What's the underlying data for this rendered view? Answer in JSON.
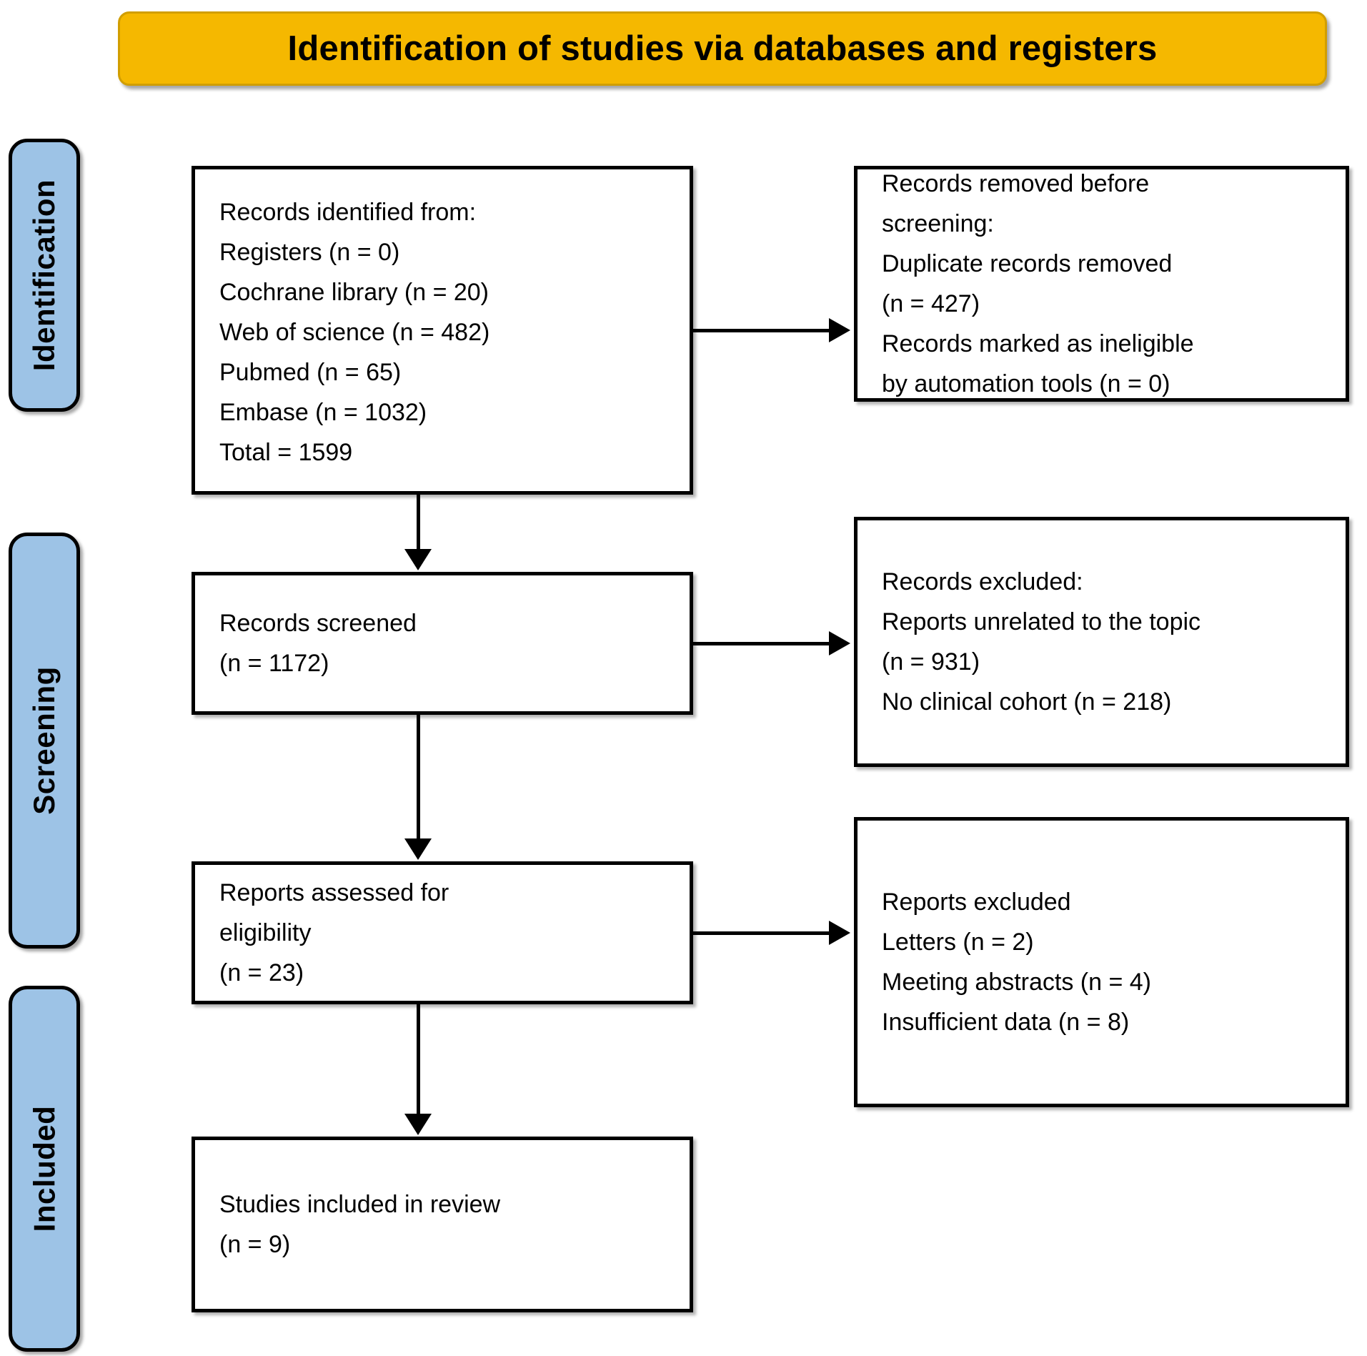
{
  "header": {
    "title": "Identification of studies via databases and registers",
    "background_color": "#F5B800",
    "border_color": "#D19E00"
  },
  "stages": {
    "accent_color": "#9DC3E6",
    "items": [
      {
        "id": "identification",
        "label": "Identification"
      },
      {
        "id": "screening",
        "label": "Screening"
      },
      {
        "id": "included",
        "label": "Included"
      }
    ]
  },
  "boxes": {
    "identified": {
      "lines": [
        "Records identified from:",
        "Registers (n = 0)",
        "Cochrane library (n = 20)",
        "Web of science (n = 482)",
        "Pubmed (n = 65)",
        "Embase (n = 1032)",
        "Total = 1599"
      ]
    },
    "removed": {
      "lines": [
        "Records removed before",
        "screening:",
        "Duplicate records removed",
        "(n = 427)",
        "Records marked as ineligible",
        "by automation tools (n = 0)"
      ]
    },
    "screened": {
      "lines": [
        "Records screened",
        "(n = 1172)"
      ]
    },
    "records_excluded": {
      "lines": [
        "Records excluded:",
        "Reports unrelated to the topic",
        "(n = 931)",
        "No clinical cohort (n = 218)"
      ]
    },
    "assessed": {
      "lines": [
        "Reports assessed for",
        "eligibility",
        "(n = 23)"
      ]
    },
    "reports_excluded": {
      "lines": [
        "Reports excluded",
        "Letters (n = 2)",
        "Meeting abstracts (n = 4)",
        "Insufficient data (n = 8)"
      ]
    },
    "included": {
      "lines": [
        "Studies included in review",
        "(n = 9)"
      ]
    }
  },
  "chart_data": {
    "type": "diagram",
    "title": "Identification of studies via databases and registers",
    "flow": [
      {
        "stage": "Identification",
        "node": "Records identified from",
        "counts": {
          "Registers": 0,
          "Cochrane library": 20,
          "Web of science": 482,
          "Pubmed": 65,
          "Embase": 1032,
          "Total": 1599
        }
      },
      {
        "stage": "Identification",
        "node": "Records removed before screening",
        "counts": {
          "Duplicate records removed": 427,
          "Records marked as ineligible by automation tools": 0
        }
      },
      {
        "stage": "Screening",
        "node": "Records screened",
        "counts": {
          "n": 1172
        }
      },
      {
        "stage": "Screening",
        "node": "Records excluded",
        "counts": {
          "Reports unrelated to the topic": 931,
          "No clinical cohort": 218
        }
      },
      {
        "stage": "Screening",
        "node": "Reports assessed for eligibility",
        "counts": {
          "n": 23
        }
      },
      {
        "stage": "Screening",
        "node": "Reports excluded",
        "counts": {
          "Letters": 2,
          "Meeting abstracts": 4,
          "Insufficient data": 8
        }
      },
      {
        "stage": "Included",
        "node": "Studies included in review",
        "counts": {
          "n": 9
        }
      }
    ]
  }
}
